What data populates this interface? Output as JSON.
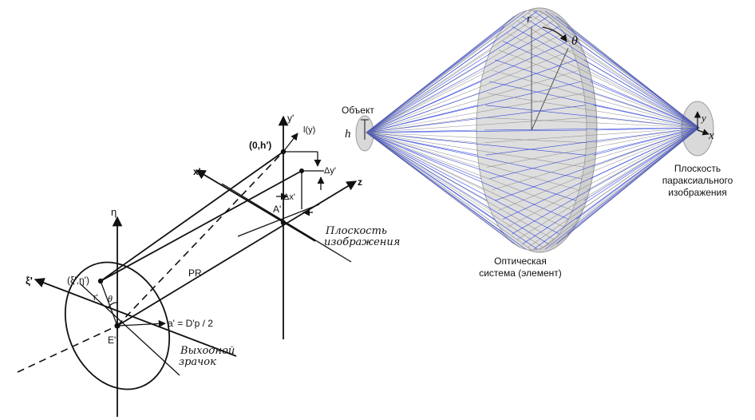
{
  "left_diagram": {
    "labels": {
      "y_prime": "y'",
      "l_y": "l(y)",
      "point_0h": "(0,h')",
      "delta_y": "Δy'",
      "x_prime": "x'",
      "z": "z",
      "delta_x": "Δx'",
      "a_prime_point": "A'",
      "eta": "η",
      "pr": "PR",
      "xi": "ξ'",
      "xi_eta_point": "(ξ',η')",
      "r_prime": "r'",
      "theta": "θ",
      "aperture": "a' = D'p / 2",
      "e_prime": "E'"
    },
    "image_plane_caption": [
      "Плоскость",
      "изображения"
    ],
    "exit_pupil_caption": [
      "Выходной",
      "зрачок"
    ]
  },
  "right_diagram": {
    "object_label": "Объект",
    "h_label": "h",
    "r_label": "r",
    "theta_label": "θ",
    "y_label": "y",
    "x_label": "x",
    "paraxial_caption": [
      "Плоскость",
      "параксиального",
      "изображения"
    ],
    "optical_caption": [
      "Оптическая",
      "система (элемент)"
    ],
    "colors": {
      "ray_blue": "#1a2fd6",
      "ray_gray": "#8a8a8a",
      "lens_fill": "#d9d9d9",
      "lens_edge": "#9a9a9a"
    }
  }
}
